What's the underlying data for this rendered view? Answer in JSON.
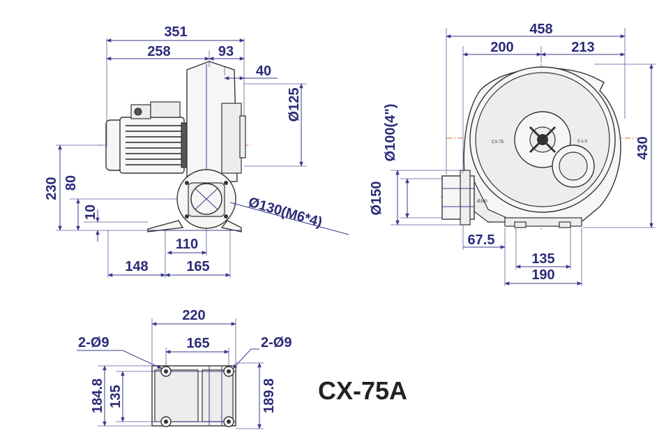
{
  "model": "CX-75A",
  "side_view": {
    "overall_length": "351",
    "motor_length": "258",
    "blower_width": "93",
    "flange_depth": "40",
    "outlet_diameter": "Ø125",
    "height": "230",
    "center_height": "80",
    "base_thickness": "10",
    "inlet_label": "Ø130(M6*4)",
    "inlet_width": "110",
    "base_offset": "148",
    "base_span": "165"
  },
  "front_view": {
    "overall_width": "458",
    "left_width": "200",
    "right_width": "213",
    "outlet_height": "Ø100(4\")",
    "flange_height": "Ø150",
    "overall_height": "430",
    "outlet_offset": "67.5",
    "hole_span": "135",
    "base_width": "190",
    "nameplate_text": "CX-75",
    "nameplate_text2": "0-1-3",
    "inlet_mark": "Ø100"
  },
  "base_view": {
    "overall_width": "220",
    "hole_span": "165",
    "left_holes": "2-Ø9",
    "right_holes": "2-Ø9",
    "left_depth": "184.8",
    "hole_depth": "135",
    "right_depth": "189.8"
  },
  "colors": {
    "dimension": "#2b2a78",
    "centerline": "#e06a2a",
    "outline": "#333333"
  }
}
